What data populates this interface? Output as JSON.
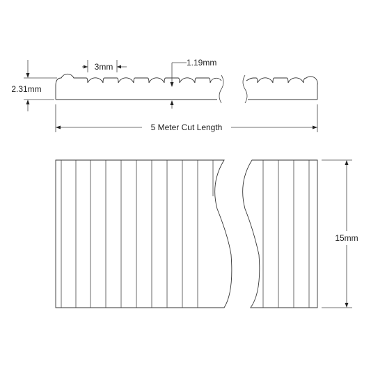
{
  "diagram": {
    "labels": {
      "pitch": "3mm",
      "tooth_height": "1.19mm",
      "belt_thickness": "2.31mm",
      "length": "5 Meter Cut Length",
      "width": "15mm"
    },
    "colors": {
      "line": "#333333",
      "background": "#ffffff"
    }
  }
}
